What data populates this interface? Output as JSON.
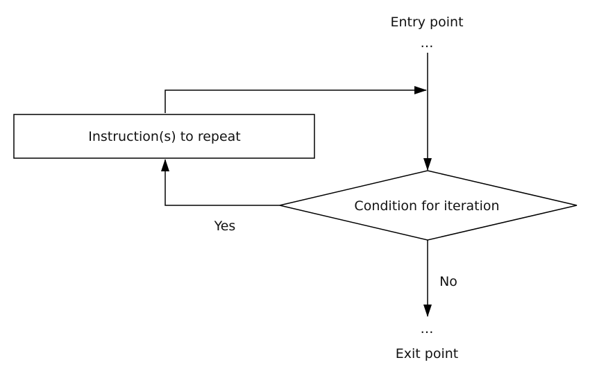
{
  "diagram": {
    "entry_label": "Entry point",
    "entry_ellipsis": "…",
    "process_label": "Instruction(s) to repeat",
    "decision_label": "Condition for iteration",
    "yes_label": "Yes",
    "no_label": "No",
    "exit_ellipsis": "…",
    "exit_label": "Exit point"
  },
  "colors": {
    "stroke": "#000000",
    "background": "#ffffff",
    "text": "#111111"
  }
}
